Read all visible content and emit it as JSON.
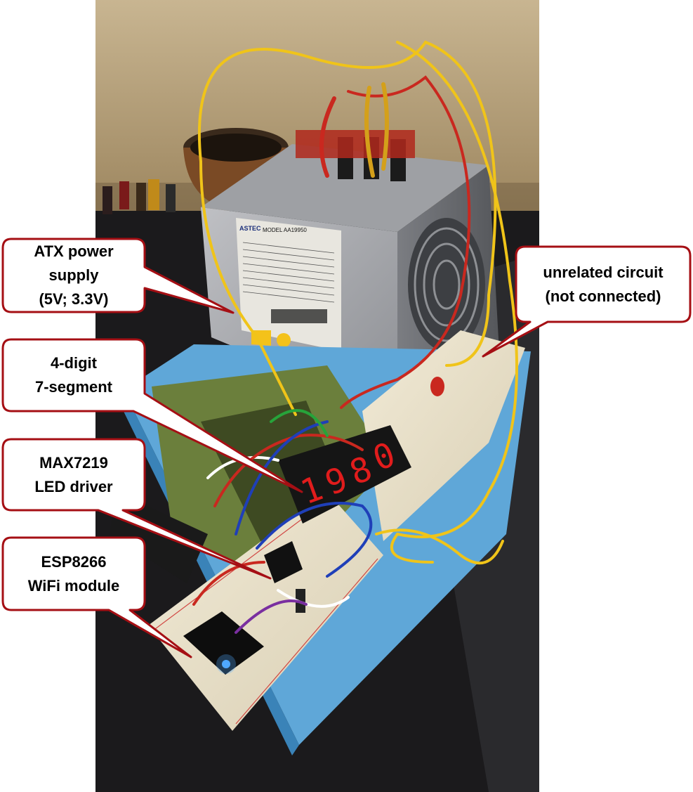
{
  "callouts": {
    "atx": "ATX power\nsupply\n(5V; 3.3V)",
    "segment": "4-digit\n7-segment",
    "max": "MAX7219\nLED driver",
    "esp": "ESP8266\nWiFi module",
    "unrelated": "unrelated  circuit\n(not connected)"
  },
  "photo": {
    "psu_model": "MODEL  AA19950",
    "psu_brand": "ASTEC",
    "display_digits": [
      "1",
      "9",
      "8",
      "0"
    ]
  },
  "colors": {
    "callout_border": "#a50f14",
    "callout_fill": "#ffffff",
    "background": "#ffffff"
  }
}
